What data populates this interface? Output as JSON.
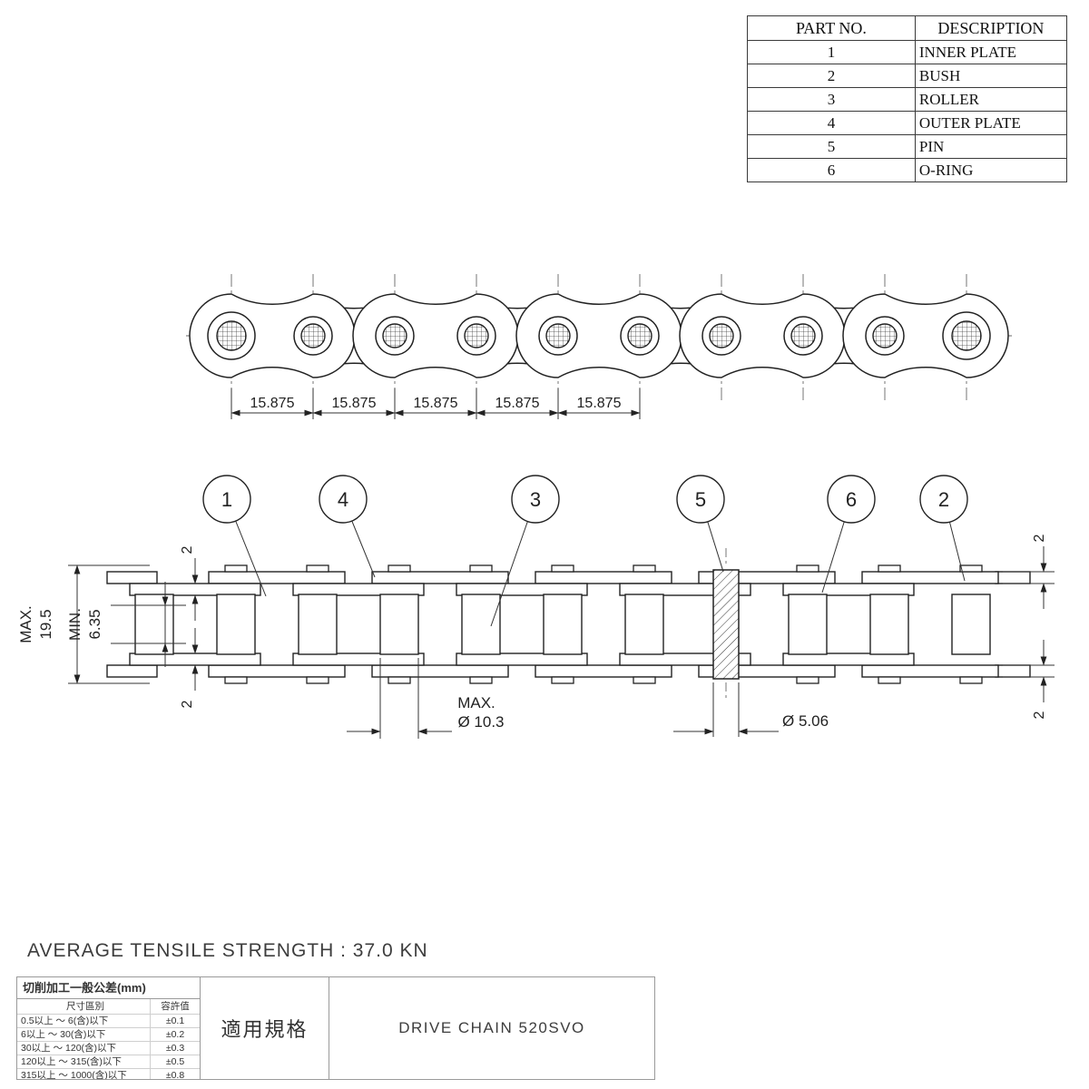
{
  "parts_table": {
    "headers": [
      "PART NO.",
      "DESCRIPTION"
    ],
    "rows": [
      [
        "1",
        "INNER PLATE"
      ],
      [
        "2",
        "BUSH"
      ],
      [
        "3",
        "ROLLER"
      ],
      [
        "4",
        "OUTER PLATE"
      ],
      [
        "5",
        "PIN"
      ],
      [
        "6",
        "O-RING"
      ]
    ]
  },
  "top_view": {
    "pitch_labels": [
      "15.875",
      "15.875",
      "15.875",
      "15.875",
      "15.875"
    ]
  },
  "side_view": {
    "balloons": [
      "1",
      "4",
      "3",
      "5",
      "6",
      "2"
    ],
    "dims": {
      "overall_label": "MAX.",
      "overall_value": "19.5",
      "inner_label": "MIN.",
      "inner_value": "6.35",
      "plate_thickness": "2",
      "roller_label": "MAX.",
      "roller_dia": "Ø 10.3",
      "pin_dia": "Ø 5.06"
    }
  },
  "footer": {
    "tensile": "AVERAGE TENSILE STRENGTH : 37.0 KN",
    "tolerance_table": {
      "title": "切削加工一般公差(mm)",
      "col_range": "尺寸區別",
      "col_tol": "容許值",
      "rows": [
        {
          "range": "0.5以上 ～ 6(含)以下",
          "tol": "±0.1"
        },
        {
          "range": "6以上 ～ 30(含)以下",
          "tol": "±0.2"
        },
        {
          "range": "30以上 ～ 120(含)以下",
          "tol": "±0.3"
        },
        {
          "range": "120以上 ～ 315(含)以下",
          "tol": "±0.5"
        },
        {
          "range": "315以上 ～ 1000(含)以下",
          "tol": "±0.8"
        }
      ]
    },
    "spec_label": "適用規格",
    "spec_value": "DRIVE CHAIN 520SVO"
  }
}
